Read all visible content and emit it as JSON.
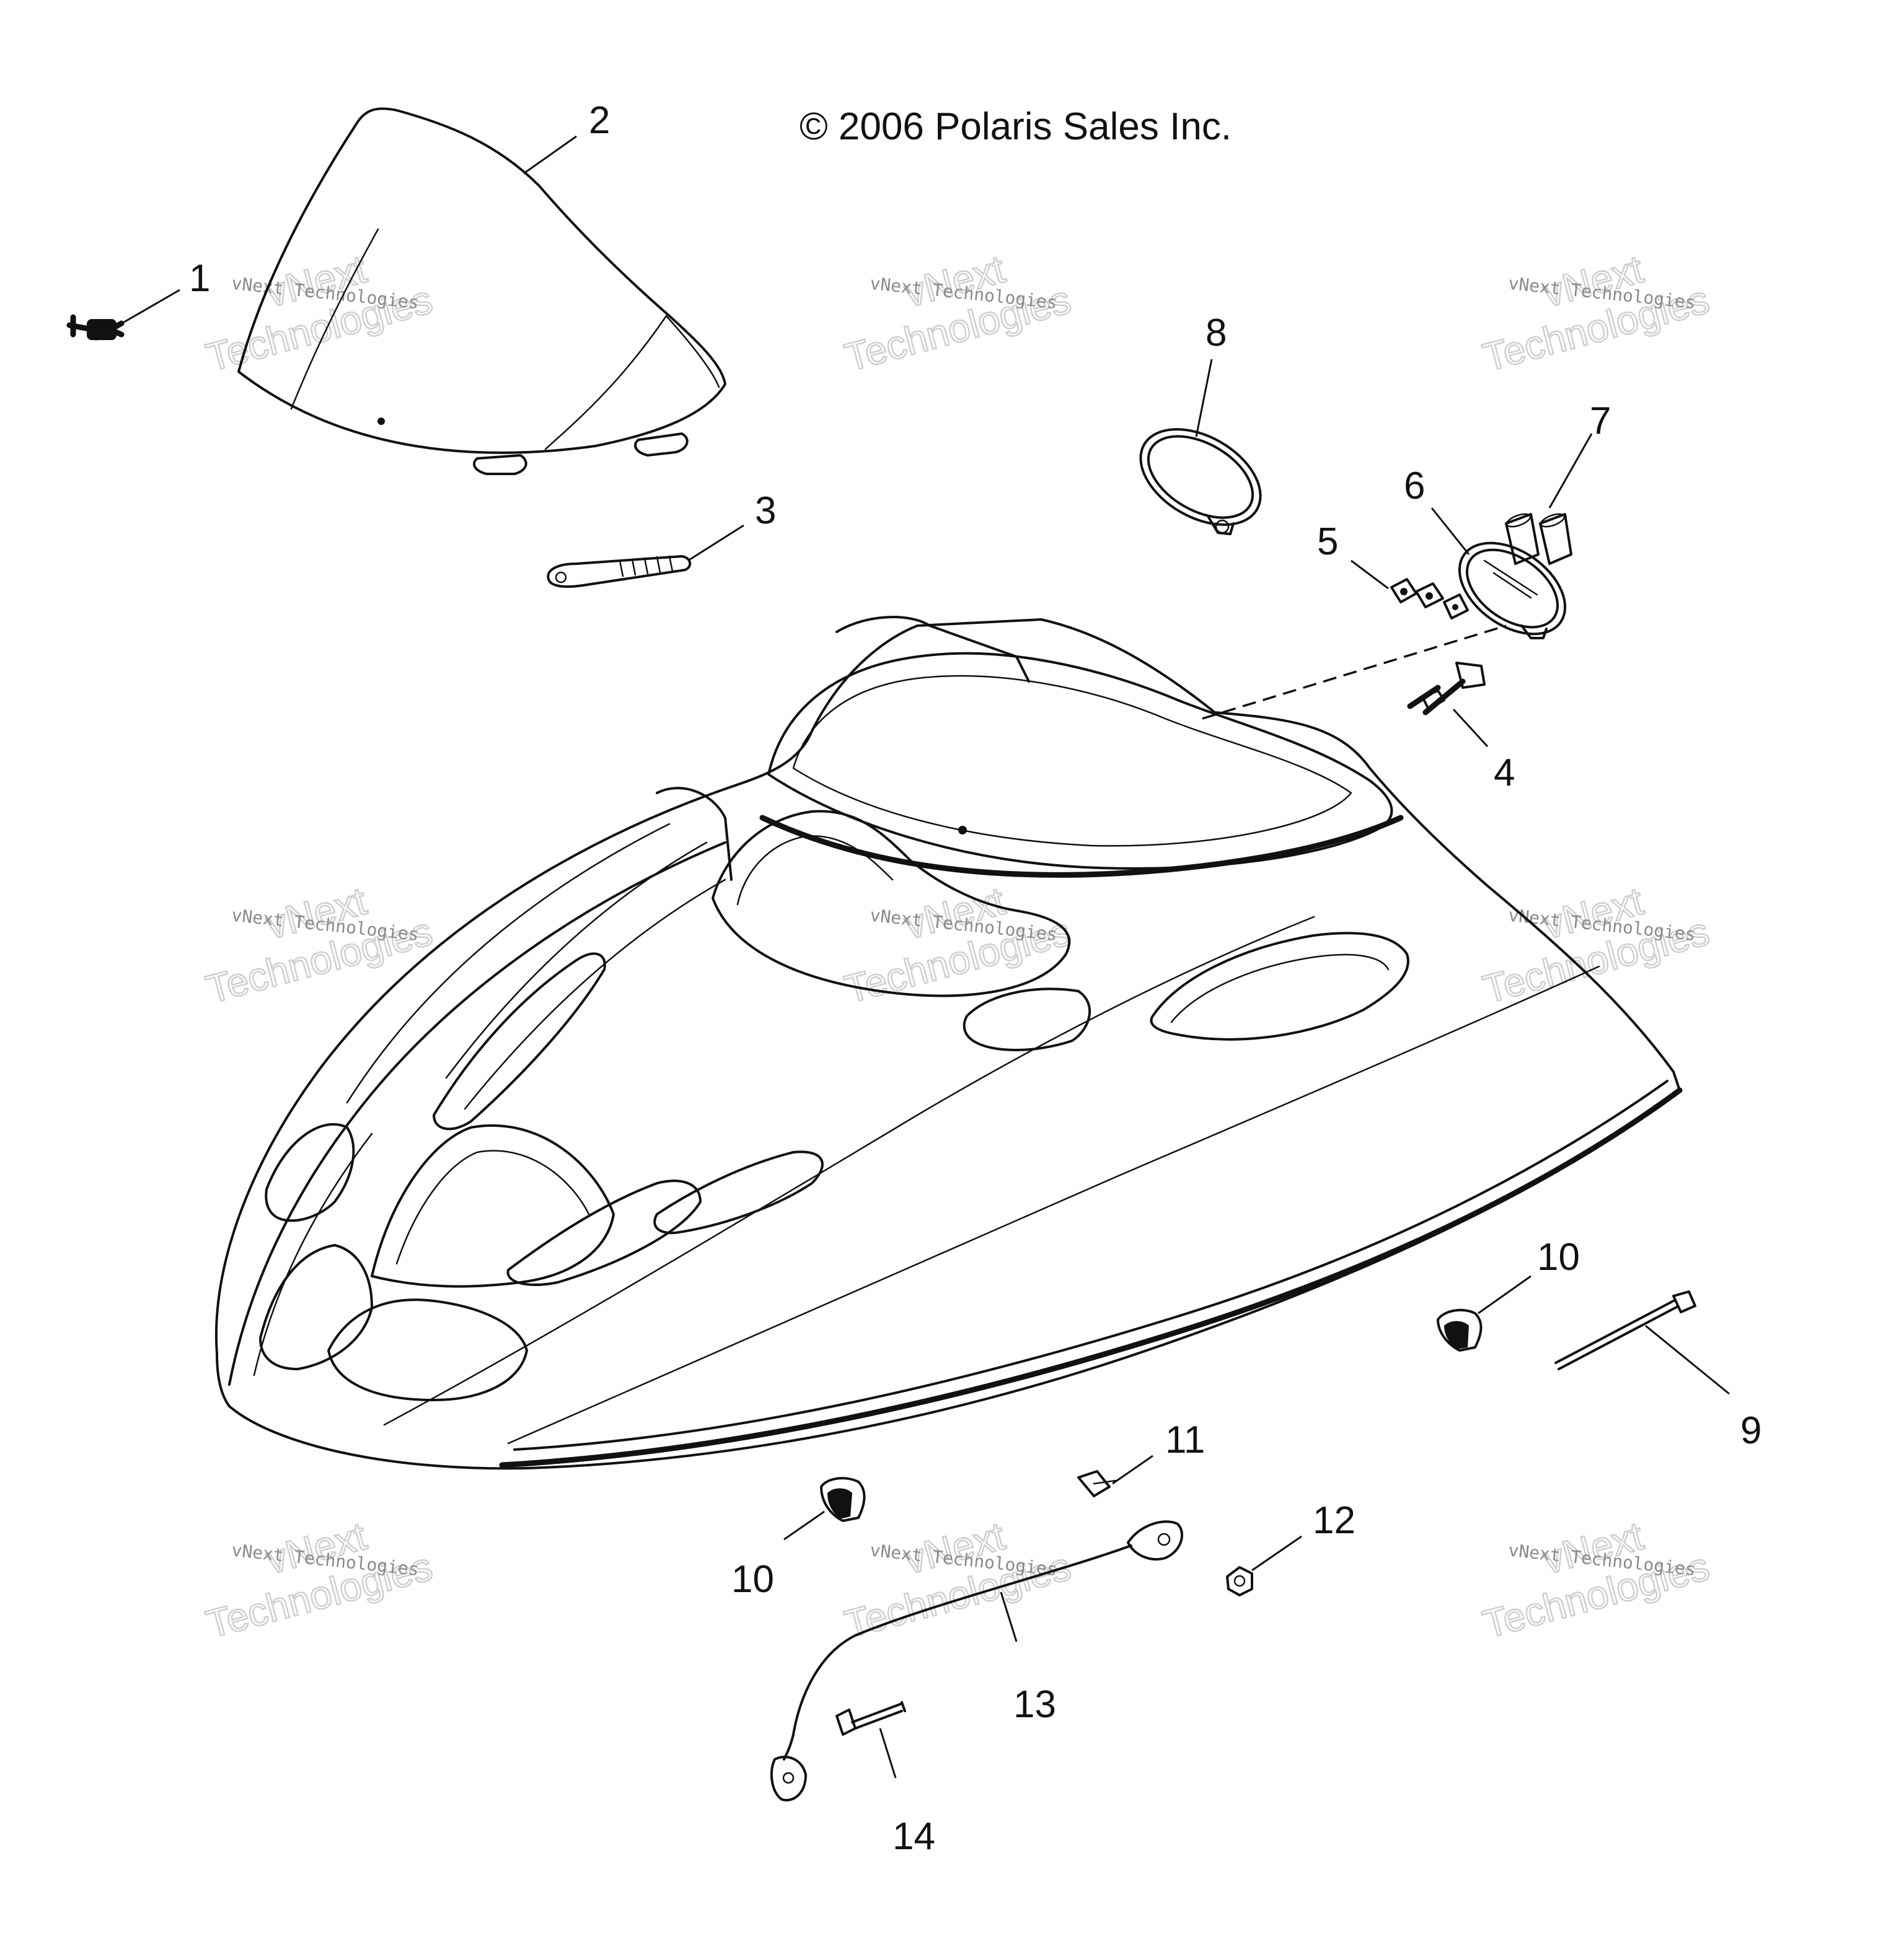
{
  "copyright": "© 2006 Polaris Sales Inc.",
  "watermark": {
    "small_text": "vNext Technologies",
    "big_line1": "vNext",
    "big_line2": "Technologies"
  },
  "callouts": {
    "c1": "1",
    "c2": "2",
    "c3": "3",
    "c4": "4",
    "c5": "5",
    "c6": "6",
    "c7": "7",
    "c8": "8",
    "c9": "9",
    "c10a": "10",
    "c10b": "10",
    "c11": "11",
    "c12": "12",
    "c13": "13",
    "c14": "14"
  }
}
